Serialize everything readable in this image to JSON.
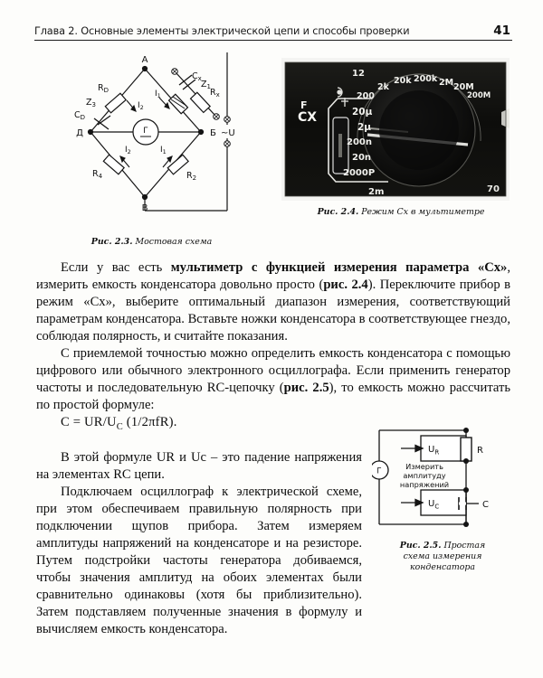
{
  "header": {
    "title": "Глава 2. Основные элементы электрической цепи и способы проверки",
    "page_number": "41"
  },
  "figures": {
    "fig23": {
      "caption_number": "Рис. 2.3.",
      "caption_text": "Мостовая схема",
      "nodes": {
        "top": "А",
        "left": "Д",
        "right": "Б",
        "bottom": "В",
        "generator": "Г"
      },
      "supply_label": "~U",
      "labels": {
        "rd": "R",
        "rd_sub": "D",
        "z3": "Z",
        "z3_sub": "3",
        "cd": "C",
        "cd_sub": "D",
        "cx": "C",
        "cx_sub": "x",
        "z1": "Z",
        "z1_sub": "1",
        "rx": "R",
        "rx_sub": "x",
        "r4": "R",
        "r4_sub": "4",
        "r2": "R",
        "r2_sub": "2",
        "i1_a": "I",
        "i1_a_sub": "1",
        "i2_a": "I",
        "i2_a_sub": "2",
        "i1_b": "I",
        "i1_b_sub": "1",
        "i2_b": "I",
        "i2_b_sub": "2"
      }
    },
    "fig24": {
      "caption_number": "Рис. 2.4.",
      "caption_text": "Режим Сх в мультиметре",
      "dial_mode_label_top": "F",
      "dial_mode_label": "CX",
      "capacitance_ranges": [
        "20μ",
        "2μ",
        "200n",
        "20n",
        "2000P",
        "2m"
      ],
      "resistance_ranges": [
        "200",
        "2k",
        "20k",
        "200k",
        "2M",
        "20M",
        "200M"
      ],
      "extra_marks": [
        "12",
        "70"
      ]
    },
    "fig25": {
      "caption_number": "Рис. 2.5.",
      "caption_text_line1": "Простая",
      "caption_text_line2": "схема измерения",
      "caption_text_line3": "конденсатора",
      "generator": "Г",
      "annotation_line1": "Измерить",
      "annotation_line2": "амплитуду",
      "annotation_line3": "напряжений",
      "u_r": "U",
      "u_r_sub": "R",
      "u_c": "U",
      "u_c_sub": "C",
      "resistor": "R",
      "capacitor": "C"
    }
  },
  "body": {
    "p1_pre": "Если у вас есть ",
    "p1_bold1": "мультиметр с функцией измерения парамет­ра «Сх»",
    "p1_mid": ", измерить емкость конденсатора довольно просто (",
    "p1_bold2": "рис. 2.4",
    "p1_post": "). Переключите прибор в режим «Сх», выберите оптимальный диапазон измерения, соответствующий параметрам конденсатора. Вставьте ножки конденсатора в соответствующее гнездо, соблюдая полярность, и считайте показания.",
    "p2_pre": "С приемлемой точностью можно определить емкость конденсатора с помощью цифрового или обычного электронного осциллографа. Если применить генератор частоты и последовательную RC-цепочку (",
    "p2_bold": "рис. 2.5",
    "p2_post": "), то емкость можно рассчитать по простой формуле:",
    "formula_a": "C = UR/U",
    "formula_sub": "C",
    "formula_b": " (1/2πfR).",
    "p3": "В этой формуле UR и Uc – это падение напряжения на элементах RC цепи.",
    "p4": "Подключаем осциллограф к электрической схеме, при этом обеспечиваем правильную полярность при подключении щупов прибора. Затем измеряем амплитуды напряжений на конденсаторе и на резисторе. Путем подстройки частоты генератора добиваемся, чтобы значения амплитуд на обоих элементах были сравнительно одинаковы (хотя бы приблизительно). Затем подставляем полученные значения в формулу и вычисляем емкость конденсатора."
  },
  "colors": {
    "ink": "#111111",
    "paper": "#fdfdfb",
    "photo_bg": "#0b0b09"
  }
}
